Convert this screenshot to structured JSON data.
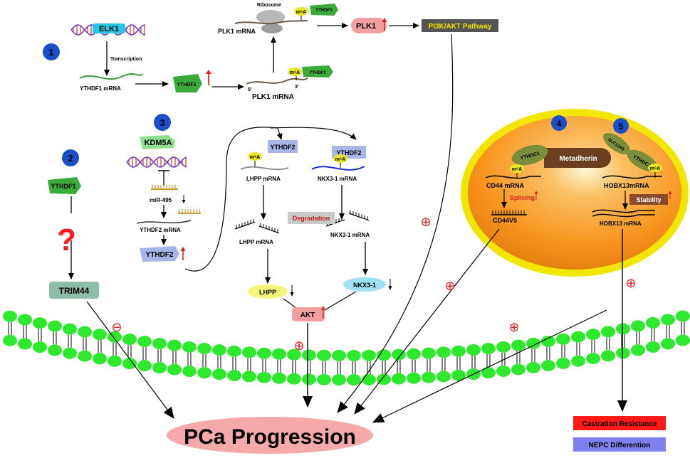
{
  "steps": [
    "1",
    "2",
    "3",
    "4",
    "5"
  ],
  "pathway1": {
    "elk1": "ELK1",
    "transcription": "Transcription",
    "ythdf1_mrna": "YTHDF1 mRNA",
    "ythdf1_protein": "YTHDF1",
    "ythdf1_on_mrna": "YTHDF1",
    "ythdf1_on_ribosome": "YTHDF1",
    "m6a_mrna": "m⁶A",
    "m6a_ribosome": "m⁶A",
    "five_prime": "5'",
    "three_prime": "3'",
    "plk1_mrna_lower": "PLK1 mRNA",
    "plk1_mrna_upper": "PLK1 mRNA",
    "ribosome": "Ribosome",
    "plk1": "PLK1",
    "pi3k": "PI3K/AKT Pathway"
  },
  "pathway2": {
    "ythdf1": "YTHDF1",
    "question": "?",
    "trim44": "TRIM44"
  },
  "pathway3": {
    "kdm5a": "KDM5A",
    "mir495": "miR-495",
    "ythdf2_mrna": "YTHDF2 mRNA",
    "ythdf2_protein": "YTHDF2",
    "ythdf2_left": "YTHDF2",
    "ythdf2_right": "YTHDF2",
    "m6a_left": "m⁶A",
    "m6a_right": "m⁶A",
    "lhpp_mrna_top": "LHPP mRNA",
    "nkx_mrna_top": "NKX3-1 mRNA",
    "degradation": "Degradation",
    "lhpp_mrna_bottom": "LHPP mRNA",
    "nkx_mrna_bottom": "NKX3-1 mRNA",
    "lhpp": "LHPP",
    "nkx": "NKX3-1",
    "akt": "AKT"
  },
  "pathway4": {
    "ythdc1": "YTHDC1",
    "metadherin": "Metadherin",
    "m6a": "m⁶A",
    "cd44_mrna": "CD44 mRNA",
    "splicing": "Splicing",
    "cd44v5": "CD44V5"
  },
  "pathway5": {
    "slc12a5": "SLC12A5",
    "ythdc1": "YTHDC1",
    "m6a": "m⁶A",
    "hobx_mrna_top": "HOBX13mRNA",
    "stability": "Stability",
    "hobx_mrna_bottom": "HOBX13 mRNA"
  },
  "signs": {
    "plus": "⊕",
    "minus": "⊖"
  },
  "outcomes": {
    "pca": "PCa Progression",
    "castration": "Castration Resistance",
    "nepc": "NEPC Differention"
  },
  "colors": {
    "membrane": "#2ee82e",
    "cell_fill": "#f7941d",
    "cell_ring": "#f2e600",
    "pca_fill": "#f5a9a9",
    "step_badge": "#1a4fc9",
    "plk1_fill": "#f5a0a0",
    "pi3k_fill": "#555555",
    "pi3k_text": "#f2e600",
    "castration_fill": "#ff1a1a",
    "nepc_fill": "#7f7ff0"
  }
}
